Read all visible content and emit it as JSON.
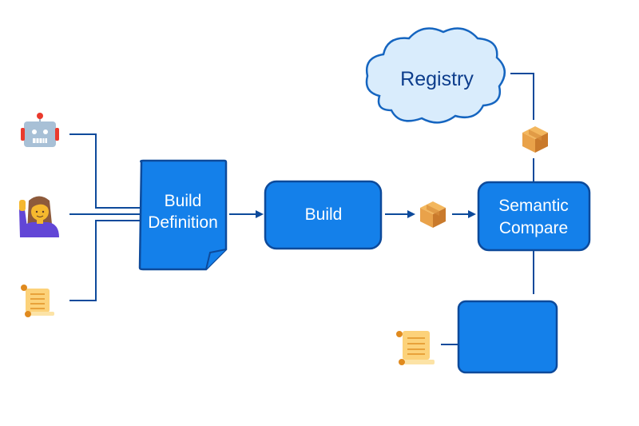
{
  "diagram": {
    "nodes": {
      "build_definition": "Build",
      "build_definition_line2": "Definition",
      "build": "Build",
      "semantic_compare": "Semantic",
      "semantic_compare_line2": "Compare",
      "registry": "Registry",
      "output_box": ""
    },
    "icons": {
      "robot": "robot-icon",
      "person": "person-raising-hand-icon",
      "scroll_input": "scroll-icon",
      "package_after_build": "package-icon",
      "package_to_registry": "package-icon",
      "scroll_output": "scroll-icon"
    },
    "colors": {
      "box_fill": "#1480ea",
      "box_stroke": "#0d4a9b",
      "connector": "#0d4a9b",
      "cloud_fill": "#d9ecfc",
      "cloud_text": "#0d3d8c"
    }
  }
}
